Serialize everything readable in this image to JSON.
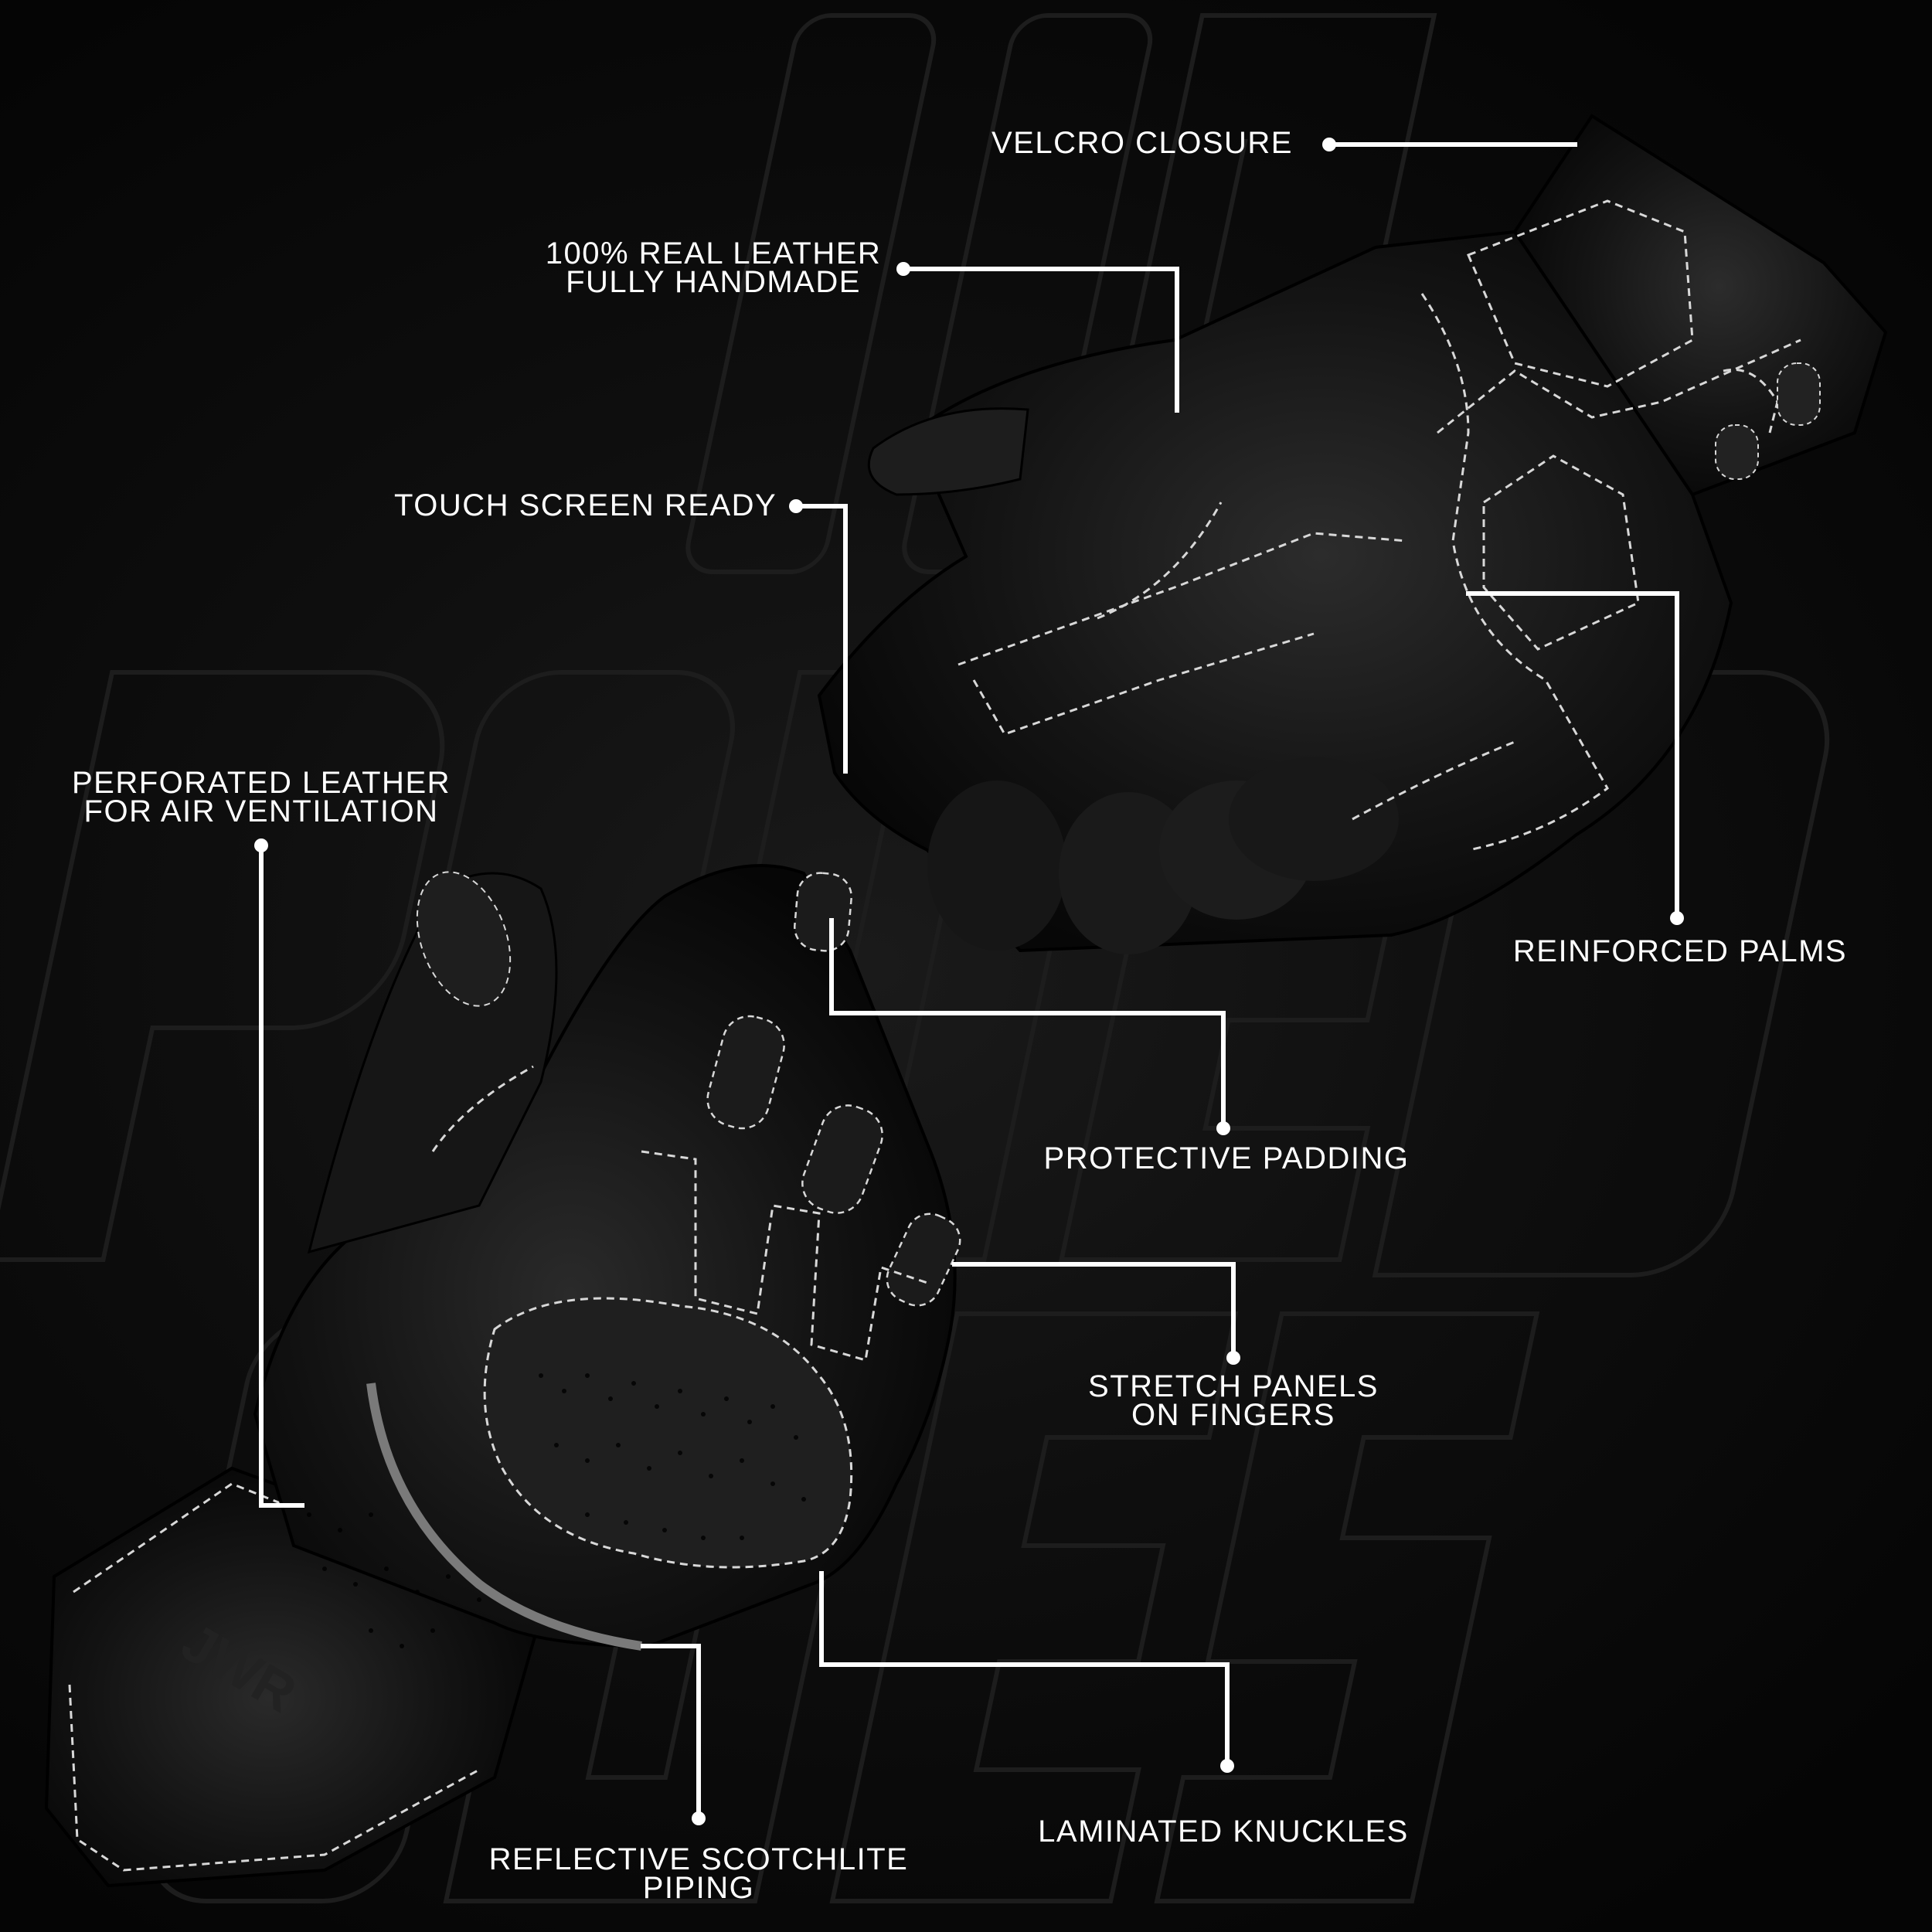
{
  "theme": {
    "background": "#0a0a0a",
    "text_color": "#ffffff",
    "line_color": "#ffffff",
    "glove_color": "#121212",
    "stitch_color": "#d8d8d8",
    "reflective_color": "#7a7a7a"
  },
  "watermark": {
    "text_lines": [
      "POWERED",
      "WHEELS"
    ],
    "color": "#1c1c1c"
  },
  "product": {
    "name": "Black leather motorcycle gloves",
    "brand_mark": "JWR"
  },
  "callouts": [
    {
      "id": "velcro",
      "lines": [
        "VELCRO CLOSURE"
      ]
    },
    {
      "id": "leather",
      "lines": [
        "100% REAL LEATHER",
        "FULLY HANDMADE"
      ]
    },
    {
      "id": "touch",
      "lines": [
        "TOUCH SCREEN READY"
      ]
    },
    {
      "id": "perforated",
      "lines": [
        "PERFORATED LEATHER",
        "FOR AIR VENTILATION"
      ]
    },
    {
      "id": "palms",
      "lines": [
        "REINFORCED PALMS"
      ]
    },
    {
      "id": "padding",
      "lines": [
        "PROTECTIVE PADDING"
      ]
    },
    {
      "id": "stretch",
      "lines": [
        "STRETCH PANELS",
        "ON FINGERS"
      ]
    },
    {
      "id": "knuckles",
      "lines": [
        "LAMINATED KNUCKLES"
      ]
    },
    {
      "id": "reflective",
      "lines": [
        "REFLECTIVE SCOTCHLITE",
        "PIPING"
      ]
    }
  ]
}
